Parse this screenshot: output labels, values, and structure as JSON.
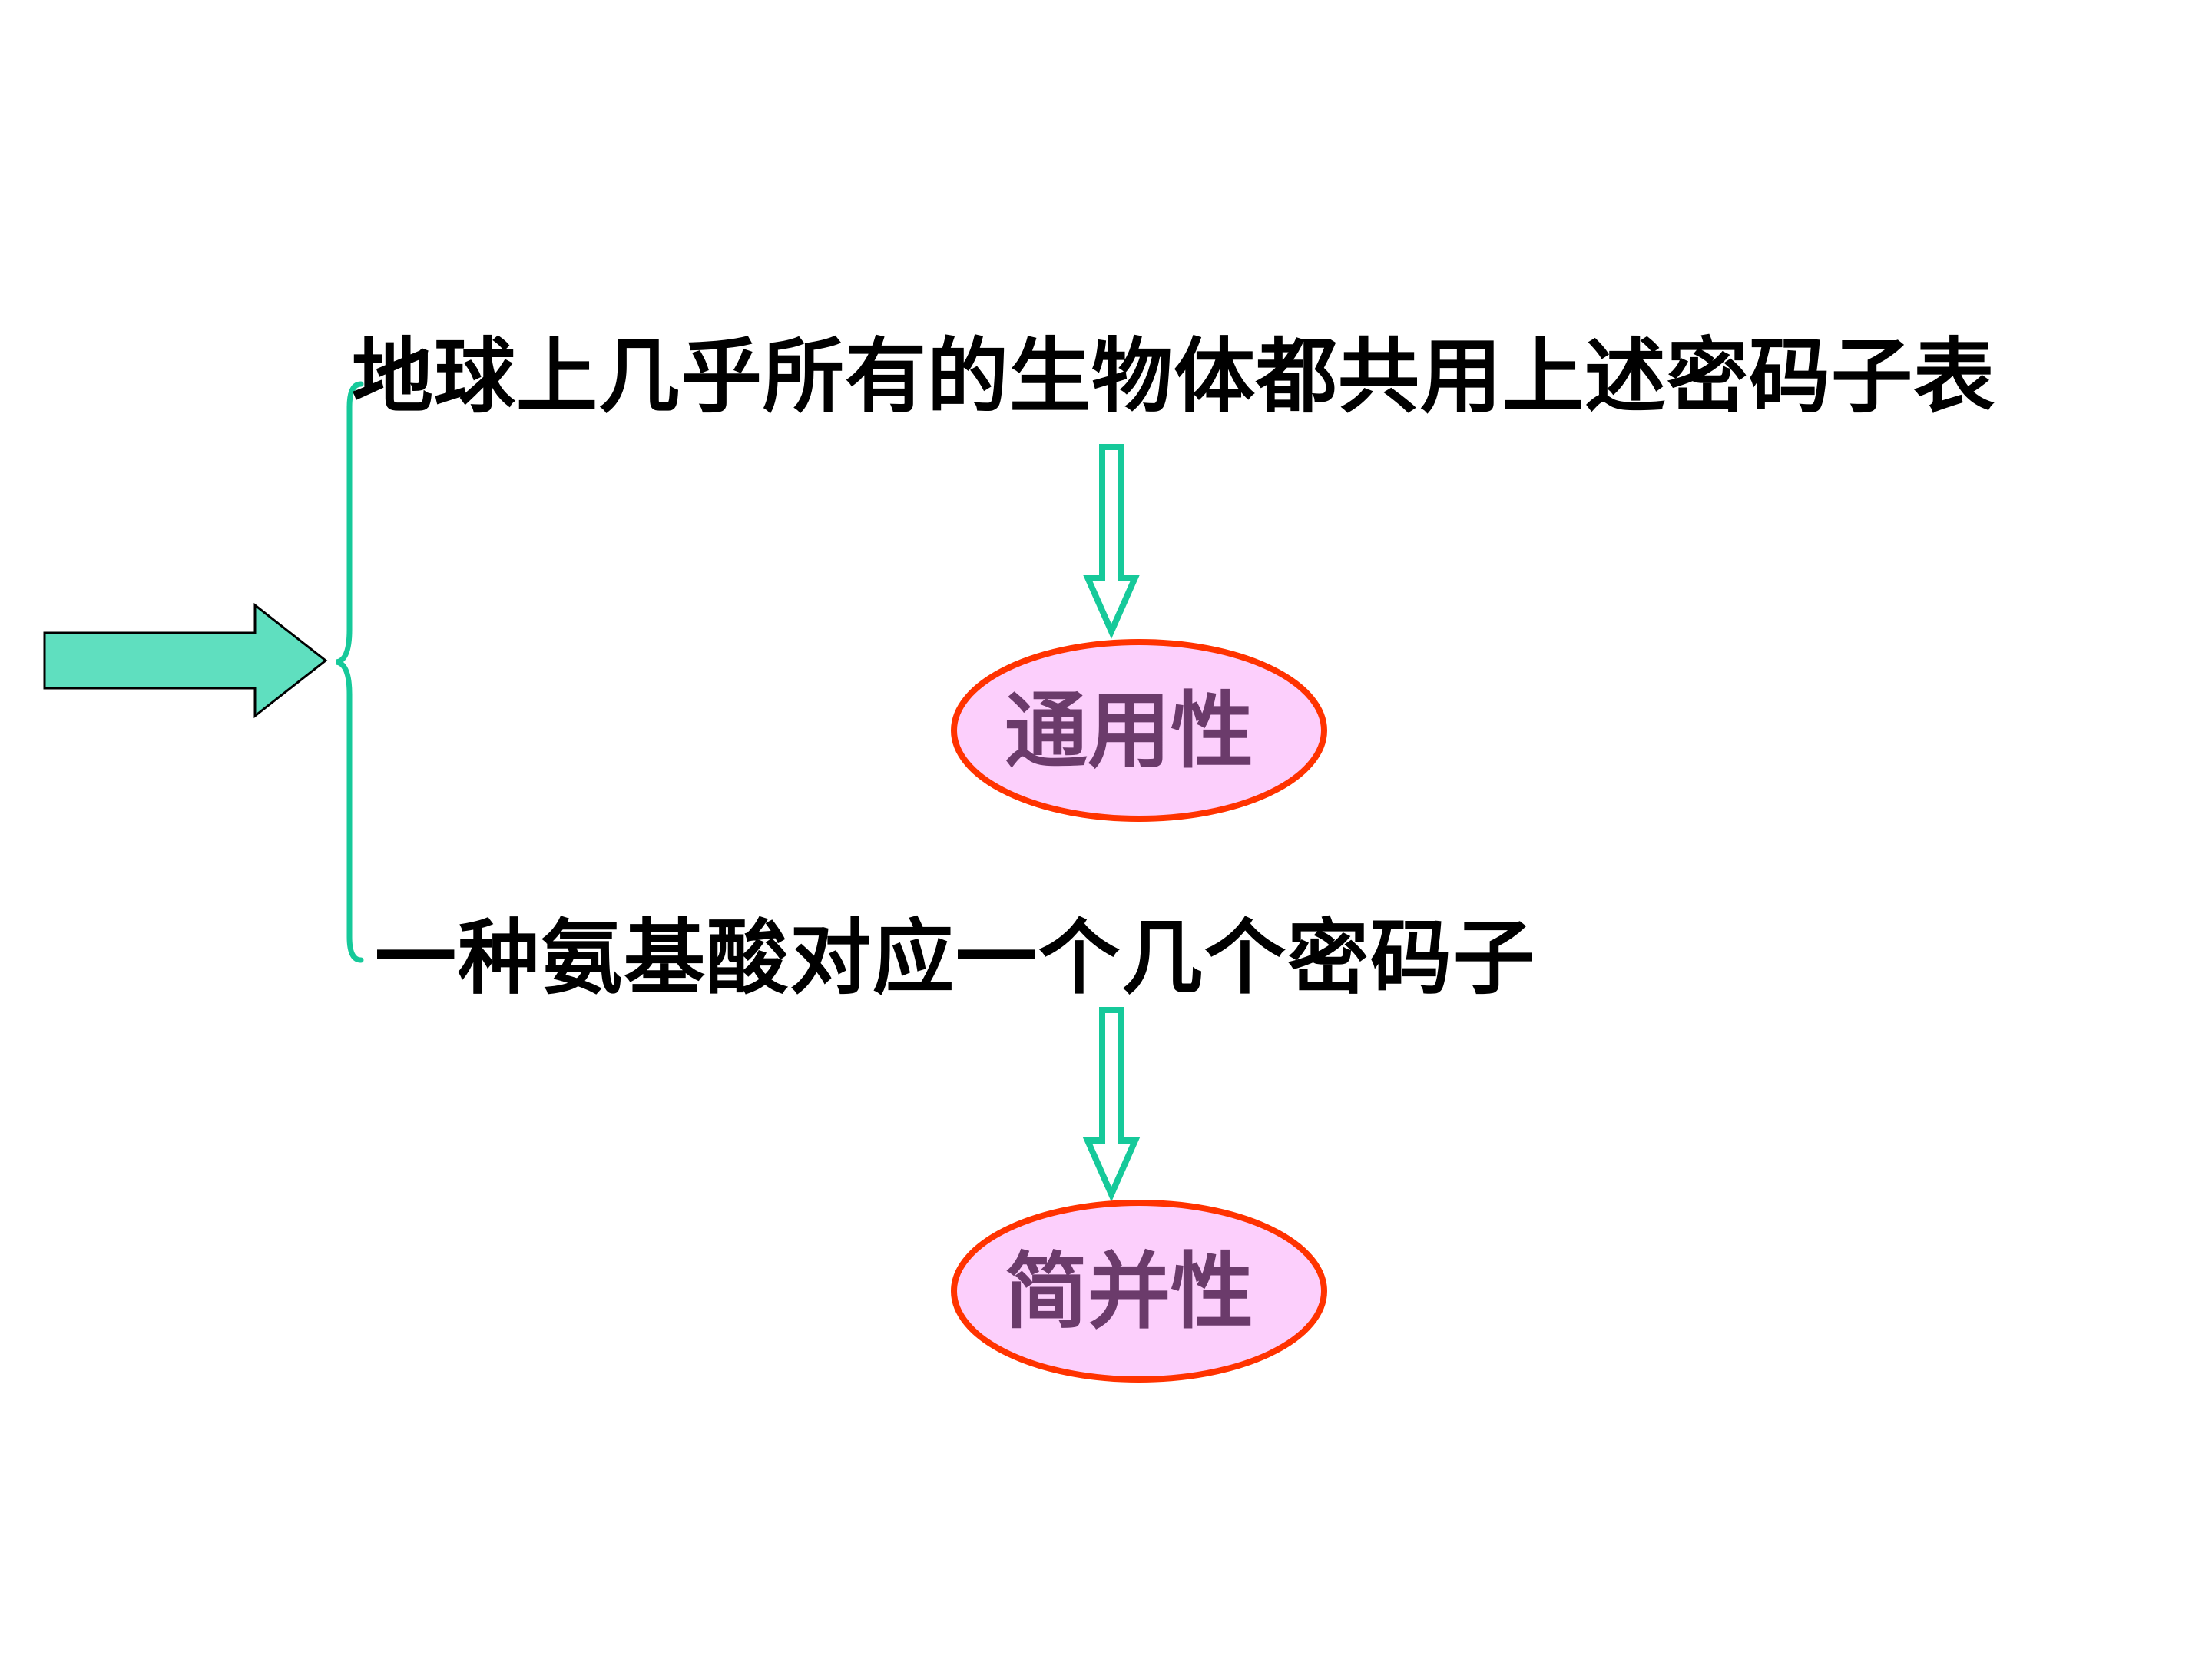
{
  "statements": [
    {
      "text": "地球上几乎所有的生物体都共用上述密码子表",
      "property": "通用性"
    },
    {
      "text": "一种氨基酸对应一个几个密码子",
      "property": "简并性"
    }
  ],
  "colors": {
    "arrow_fill": "#5fdfbf",
    "arrow_stroke": "#000000",
    "brace": "#16c99a",
    "down_arrow": "#16c99a",
    "ellipse_fill": "#fccffc",
    "ellipse_stroke": "#ff3300",
    "property_text": "#6b3b6b",
    "statement_text": "#000000"
  },
  "icons": {
    "entry_arrow": "block-right-arrow-icon",
    "brace": "curly-brace-icon",
    "down_arrow": "hollow-down-arrow-icon"
  }
}
